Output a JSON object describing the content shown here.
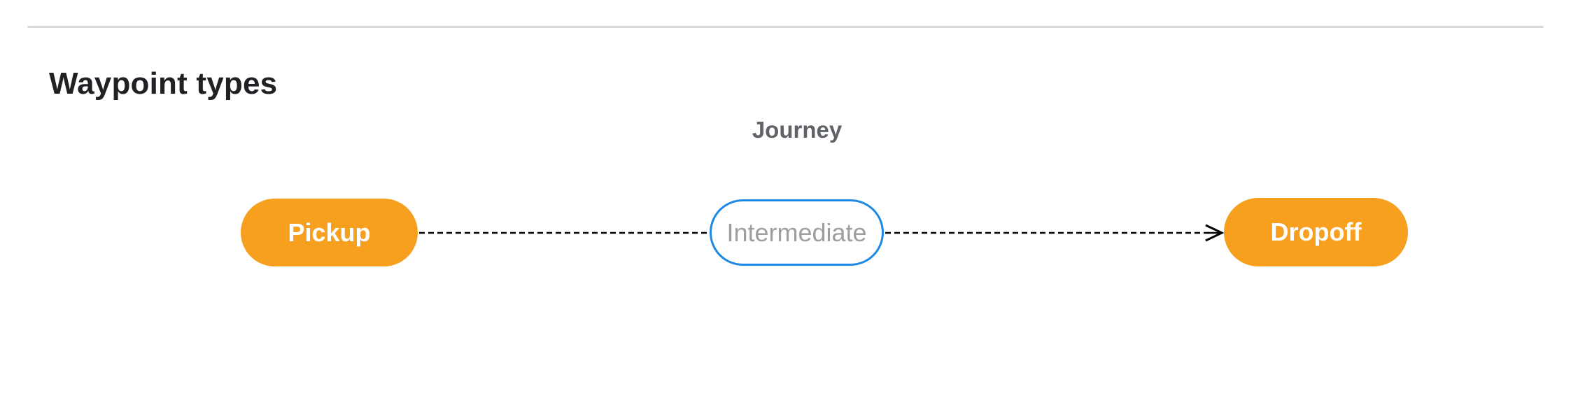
{
  "page": {
    "title": "Waypoint types"
  },
  "diagram": {
    "label": "Journey",
    "nodes": [
      {
        "id": "pickup",
        "label": "Pickup",
        "kind": "endpoint"
      },
      {
        "id": "intermediate",
        "label": "Intermediate",
        "kind": "intermediate"
      },
      {
        "id": "dropoff",
        "label": "Dropoff",
        "kind": "endpoint"
      }
    ],
    "edges": [
      {
        "from": "pickup",
        "to": "intermediate",
        "style": "dashed",
        "arrow": false
      },
      {
        "from": "intermediate",
        "to": "dropoff",
        "style": "dashed",
        "arrow": true
      }
    ]
  },
  "theme": {
    "endpoint_fill": "#F79F1F",
    "endpoint_text": "#FFFFFF",
    "intermediate_border": "#1E88E5",
    "intermediate_text": "#9E9E9E",
    "connector": "#000000",
    "label_text": "#5F6368",
    "title_text": "#202124",
    "divider": "#D9D9D9"
  }
}
